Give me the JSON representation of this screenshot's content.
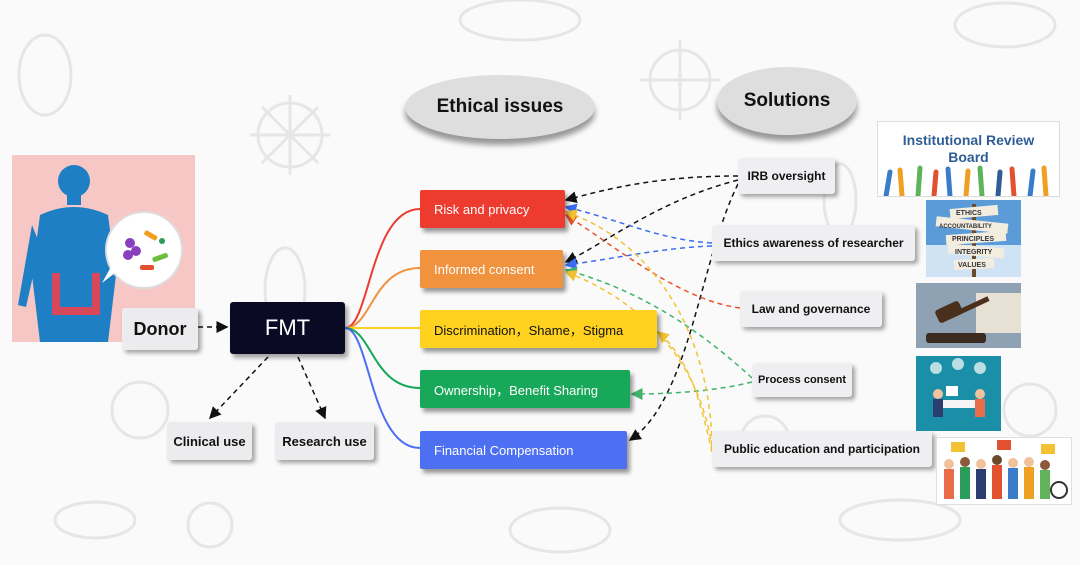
{
  "left": {
    "donor": "Donor",
    "fmt": "FMT",
    "clinical_use": "Clinical use",
    "research_use": "Research use"
  },
  "headings": {
    "ethical_issues": "Ethical issues",
    "solutions": "Solutions"
  },
  "issues": [
    {
      "label": "Risk and privacy",
      "color": "#ee3b30"
    },
    {
      "label": "Informed consent",
      "color": "#f0923e"
    },
    {
      "label": "Discrimination，Shame，Stigma",
      "color": "#ffd21f"
    },
    {
      "label": "Ownership，Benefit Sharing",
      "color": "#18a85a"
    },
    {
      "label": "Financial Compensation",
      "color": "#4d6ff2"
    }
  ],
  "solutions": [
    {
      "label": "IRB oversight"
    },
    {
      "label": "Ethics awareness of researcher"
    },
    {
      "label": "Law and governance"
    },
    {
      "label": "Process consent"
    },
    {
      "label": "Public education and participation"
    }
  ],
  "images": {
    "irb": {
      "line1": "Institutional Review",
      "line2": "Board"
    },
    "ethics_signpost": [
      "ETHICS",
      "ACCOUNTABILITY",
      "PRINCIPLES",
      "INTEGRITY",
      "VALUES"
    ]
  },
  "colors": {
    "fmt_box": "#0b0a25",
    "donor_bg": "#f6c7c5",
    "body_blue": "#1f7fc4",
    "arrow_black": "#111111",
    "arrow_blue": "#3c6df0",
    "arrow_yellow": "#f2c234",
    "arrow_orange": "#e8542c",
    "arrow_green": "#3fb36a"
  }
}
